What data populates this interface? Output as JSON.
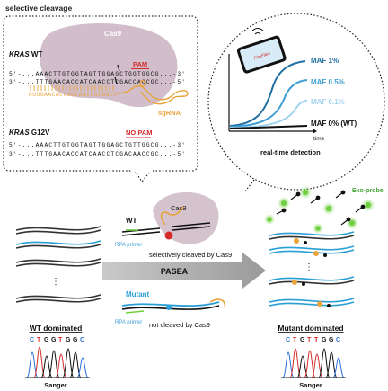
{
  "cleavage": {
    "title": "selective cleavage",
    "cas9_label": "Cas9",
    "wt_gene": "KRAS",
    "wt_suffix": " WT",
    "pam": "PAM",
    "wt_seq_top": "5'-...AAACTTGTGGTAGTTGGAGCTGGTGGCG...-3'",
    "wt_seq_bottom": "3'-...TTTGAACACCATCAACCTCGACCACCGC...-5'",
    "sgrna_seq": "UUUGAACACCAUCAACCUCGACC",
    "sgrna_label": "sgRNA",
    "mut_gene": "KRAS",
    "mut_suffix": " G12V",
    "no_pam": "NO PAM",
    "mut_seq_top": "5'-...AAACTTGTGGTAGTTGGAGCTGTTGGCG...-3'",
    "mut_seq_bottom": "3'-...TTTGAACACCATCAACCTCGACAACCGC...-5'"
  },
  "detection": {
    "phone_label": "FireFlies",
    "maf_1": "MAF 1%",
    "maf_05": "MAF 0.5%",
    "maf_01": "MAF 0.1%",
    "maf_0": "MAF 0% (WT)",
    "time_label": "time",
    "caption": "real-time detection"
  },
  "middle": {
    "wt_label": "WT",
    "cas9_label": "Cas9",
    "rpa_primer_1": "RPA primer",
    "cleaved_text": "selectively cleaved by Cas9",
    "method": "PASEA",
    "mutant_label": "Mutant",
    "rpa_primer_2": "RPA primer",
    "not_cleaved_text": "not cleaved by Cas9"
  },
  "left": {
    "dominated": "WT dominated",
    "bases": [
      "C",
      "T",
      "G",
      "G",
      "T",
      "G",
      "G",
      "C"
    ],
    "sanger": "Sanger"
  },
  "right": {
    "exo_probe": "Exo-probe",
    "dominated": "Mutant dominated",
    "bases": [
      "C",
      "T",
      "G",
      "T",
      "T",
      "G",
      "G",
      "C"
    ],
    "sanger": "Sanger"
  },
  "colors": {
    "blue": "#2a9fd6",
    "dark": "#333333",
    "cas9": "#c9b3c1",
    "red": "#d62b2b",
    "orange": "#e8a33a",
    "green": "#6fcf3f",
    "arrow": "#a8a8a8"
  }
}
